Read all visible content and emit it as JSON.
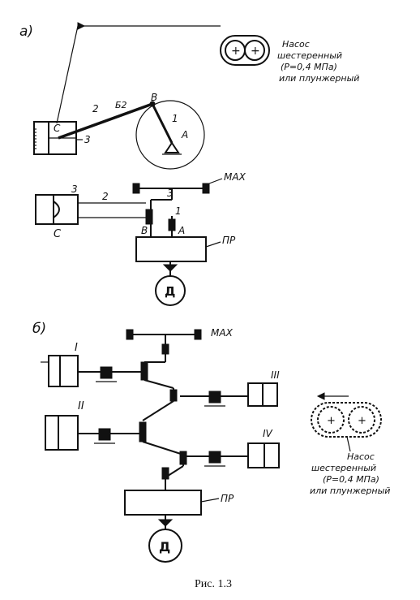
{
  "figure": {
    "caption": "Рис. 1.3",
    "colors": {
      "ink": "#111111",
      "paper": "#ffffff"
    }
  },
  "part_a": {
    "label": "а)",
    "pump_text": [
      "Насос",
      "шестеренный",
      "(Р=0,4 МПа)",
      "или плунжерный"
    ],
    "upper_labels": {
      "c": "С",
      "two": "2",
      "b2": "Б2",
      "b": "В",
      "one": "1",
      "a": "А",
      "three": "3"
    },
    "lower_labels": {
      "max": "МАХ",
      "three_top": "3",
      "three": "3",
      "two": "2",
      "c": "С",
      "one": "1",
      "b": "В",
      "a": "А",
      "pr": "ПР",
      "d": "Д"
    }
  },
  "part_b": {
    "label": "б)",
    "max": "МАХ",
    "cyl_1": "I",
    "cyl_2": "II",
    "cyl_3": "III",
    "cyl_4": "IV",
    "pr": "ПР",
    "d": "Д",
    "pump_text": [
      "Насос",
      "шестеренный",
      "(Р=0,4 МПа)",
      "или плунжерный"
    ]
  }
}
